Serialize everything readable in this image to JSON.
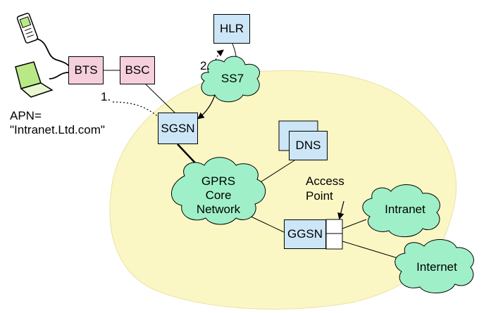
{
  "nodes": {
    "hlr": "HLR",
    "bts": "BTS",
    "bsc": "BSC",
    "sgsn": "SGSN",
    "dns": "DNS",
    "ggsn": "GGSN"
  },
  "clouds": {
    "ss7": "SS7",
    "core_line1": "GPRS",
    "core_line2": "Core",
    "core_line3": "Network",
    "intranet": "Intranet",
    "internet": "Internet"
  },
  "labels": {
    "step1": "1.",
    "step2": "2.",
    "apn_line1": "APN=",
    "apn_line2": "\"Intranet.Ltd.com\"",
    "access_point_line1": "Access",
    "access_point_line2": "Point"
  },
  "colors": {
    "region_fill": "#fbf7c4",
    "cloud_fill": "#9ff0c8",
    "node_blue": "#cce6f7",
    "node_pink": "#f5cfdc"
  },
  "icons": [
    "mobile-phone-icon",
    "laptop-icon"
  ]
}
